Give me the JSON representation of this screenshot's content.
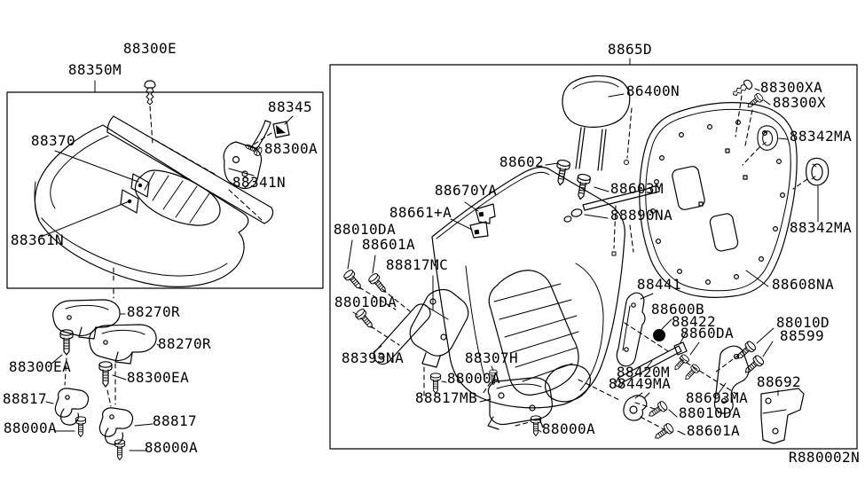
{
  "diagram": {
    "kind": "exploded-parts-diagram",
    "subject": "rear seat cushion and seat back",
    "drawing_ref": "R880002N",
    "background_color": "#ffffff",
    "line_color": "#000000",
    "assemblies": {
      "seat_cushion_box": {
        "box_label": "88350M",
        "parts": [
          "88300E",
          "88350M",
          "88370",
          "88345",
          "88300A",
          "88341N",
          "88361N",
          "88270R",
          "88270R",
          "88300EA",
          "88300EA",
          "88817",
          "88817",
          "88000A",
          "88000A"
        ]
      },
      "seat_back_box": {
        "box_label": "8865D",
        "parts": [
          "8865D",
          "86400N",
          "88300XA",
          "88300X",
          "88342MA",
          "88342MA",
          "88602",
          "88603M",
          "88890NA",
          "88670YA",
          "88661+A",
          "88010DA",
          "88601A",
          "88817MC",
          "88010DA",
          "88393NA",
          "88307H",
          "88000A",
          "88817MB",
          "88000A",
          "88441",
          "88608NA",
          "88600B",
          "88422",
          "8860DA",
          "88010D",
          "88599",
          "88420M",
          "88449MA",
          "88693MA",
          "88010DA",
          "88601A",
          "88692"
        ]
      }
    },
    "labels": [
      "88300E",
      "88350M",
      "88370",
      "88345",
      "88300A",
      "88341N",
      "88361N",
      "88270R",
      "88270R",
      "88300EA",
      "88300EA",
      "88817",
      "88817",
      "88000A",
      "88000A",
      "8865D",
      "86400N",
      "88300XA",
      "88300X",
      "88342MA",
      "88342MA",
      "88602",
      "88603M",
      "88890NA",
      "88670YA",
      "88661+A",
      "88010DA",
      "88601A",
      "88817MC",
      "88010DA",
      "88393NA",
      "88307H",
      "88000A",
      "88817MB",
      "88000A",
      "88441",
      "88608NA",
      "88600B",
      "88422",
      "8860DA",
      "88010D",
      "88599",
      "88420M",
      "88449MA",
      "88693MA",
      "88010DA",
      "88601A",
      "88692",
      "R880002N"
    ]
  },
  "labels": [
    "88300E",
    "88350M",
    "88370",
    "88345",
    "88300A",
    "88341N",
    "88361N",
    "88270R",
    "88270R",
    "88300EA",
    "88300EA",
    "88817",
    "88817",
    "88000A",
    "88000A",
    "8865D",
    "86400N",
    "88300XA",
    "88300X",
    "88342MA",
    "88342MA",
    "88602",
    "88603M",
    "88890NA",
    "88670YA",
    "88661+A",
    "88010DA",
    "88601A",
    "88817MC",
    "88010DA",
    "88393NA",
    "88307H",
    "88000A",
    "88817MB",
    "88000A",
    "88441",
    "88608NA",
    "88600B",
    "88422",
    "8860DA",
    "88010D",
    "88599",
    "88420M",
    "88449MA",
    "88693MA",
    "88010DA",
    "88601A",
    "88692",
    "R880002N"
  ]
}
